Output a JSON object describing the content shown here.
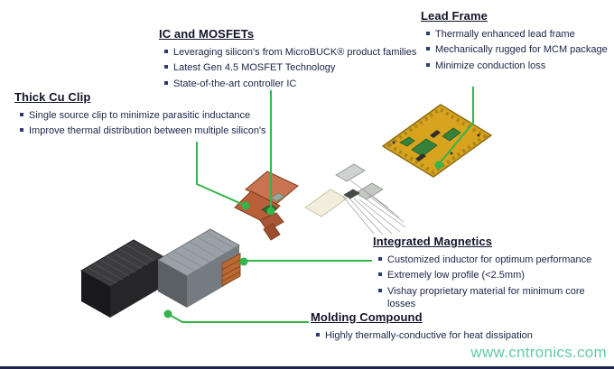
{
  "colors": {
    "connector_green": "#35b44a",
    "heading_text": "#14142a",
    "bullet_text": "#1a2347",
    "bullet_marker": "#2b3a74",
    "watermark_green": "#4fc7a0",
    "lead_frame_gold": "#d8a41f",
    "copper_clip": "#c2714a"
  },
  "callouts": {
    "thick_cu_clip": {
      "title": "Thick Cu Clip",
      "bullets": [
        "Single source clip to minimize parasitic inductance",
        "Improve thermal distribution between multiple silicon's"
      ]
    },
    "ic_mosfets": {
      "title": "IC and MOSFETs",
      "bullets": [
        "Leveraging silicon's from MicroBUCK® product families",
        "Latest Gen 4.5 MOSFET Technology",
        "State-of-the-art controller IC"
      ]
    },
    "lead_frame": {
      "title": "Lead Frame",
      "bullets": [
        "Thermally enhanced lead frame",
        "Mechanically rugged for MCM package",
        "Minimize conduction loss"
      ]
    },
    "integrated_magnetics": {
      "title": "Integrated Magnetics",
      "bullets": [
        "Customized inductor for optimum performance",
        "Extremely low profile (<2.5mm)",
        "Vishay proprietary material for minimum core losses"
      ]
    },
    "molding_compound": {
      "title": "Molding Compound",
      "bullets": [
        "Highly thermally-conductive for heat dissipation"
      ]
    }
  },
  "watermark": "www.cntronics.com"
}
